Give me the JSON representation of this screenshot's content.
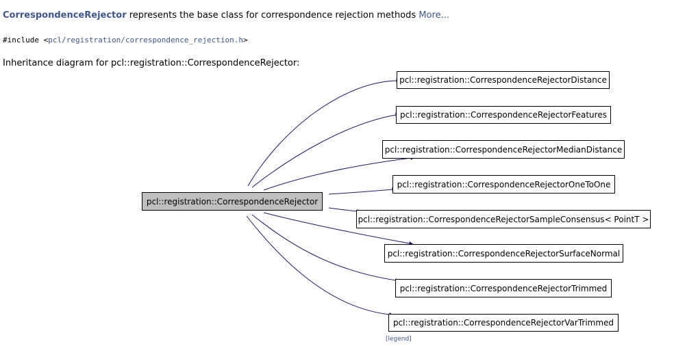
{
  "summary": {
    "class_link": "CorrespondenceRejector",
    "description": " represents the base class for correspondence rejection methods ",
    "more_link": "More..."
  },
  "include": {
    "prefix": "#include <",
    "path": "pcl/registration/correspondence_rejection.h",
    "suffix": ">"
  },
  "inheritance": {
    "heading": "Inheritance diagram for pcl::registration::CorrespondenceRejector:",
    "base": "pcl::registration::CorrespondenceRejector",
    "derived": [
      "pcl::registration::CorrespondenceRejectorDistance",
      "pcl::registration::CorrespondenceRejectorFeatures",
      "pcl::registration::CorrespondenceRejectorMedianDistance",
      "pcl::registration::CorrespondenceRejectorOneToOne",
      "pcl::registration::CorrespondenceRejectorSampleConsensus< PointT >",
      "pcl::registration::CorrespondenceRejectorSurfaceNormal",
      "pcl::registration::CorrespondenceRejectorTrimmed",
      "pcl::registration::CorrespondenceRejectorVarTrimmed"
    ],
    "legend": "[legend]"
  },
  "colors": {
    "link": "#3d578c",
    "edge": "#191970",
    "base_fill": "#bfbfbf"
  }
}
